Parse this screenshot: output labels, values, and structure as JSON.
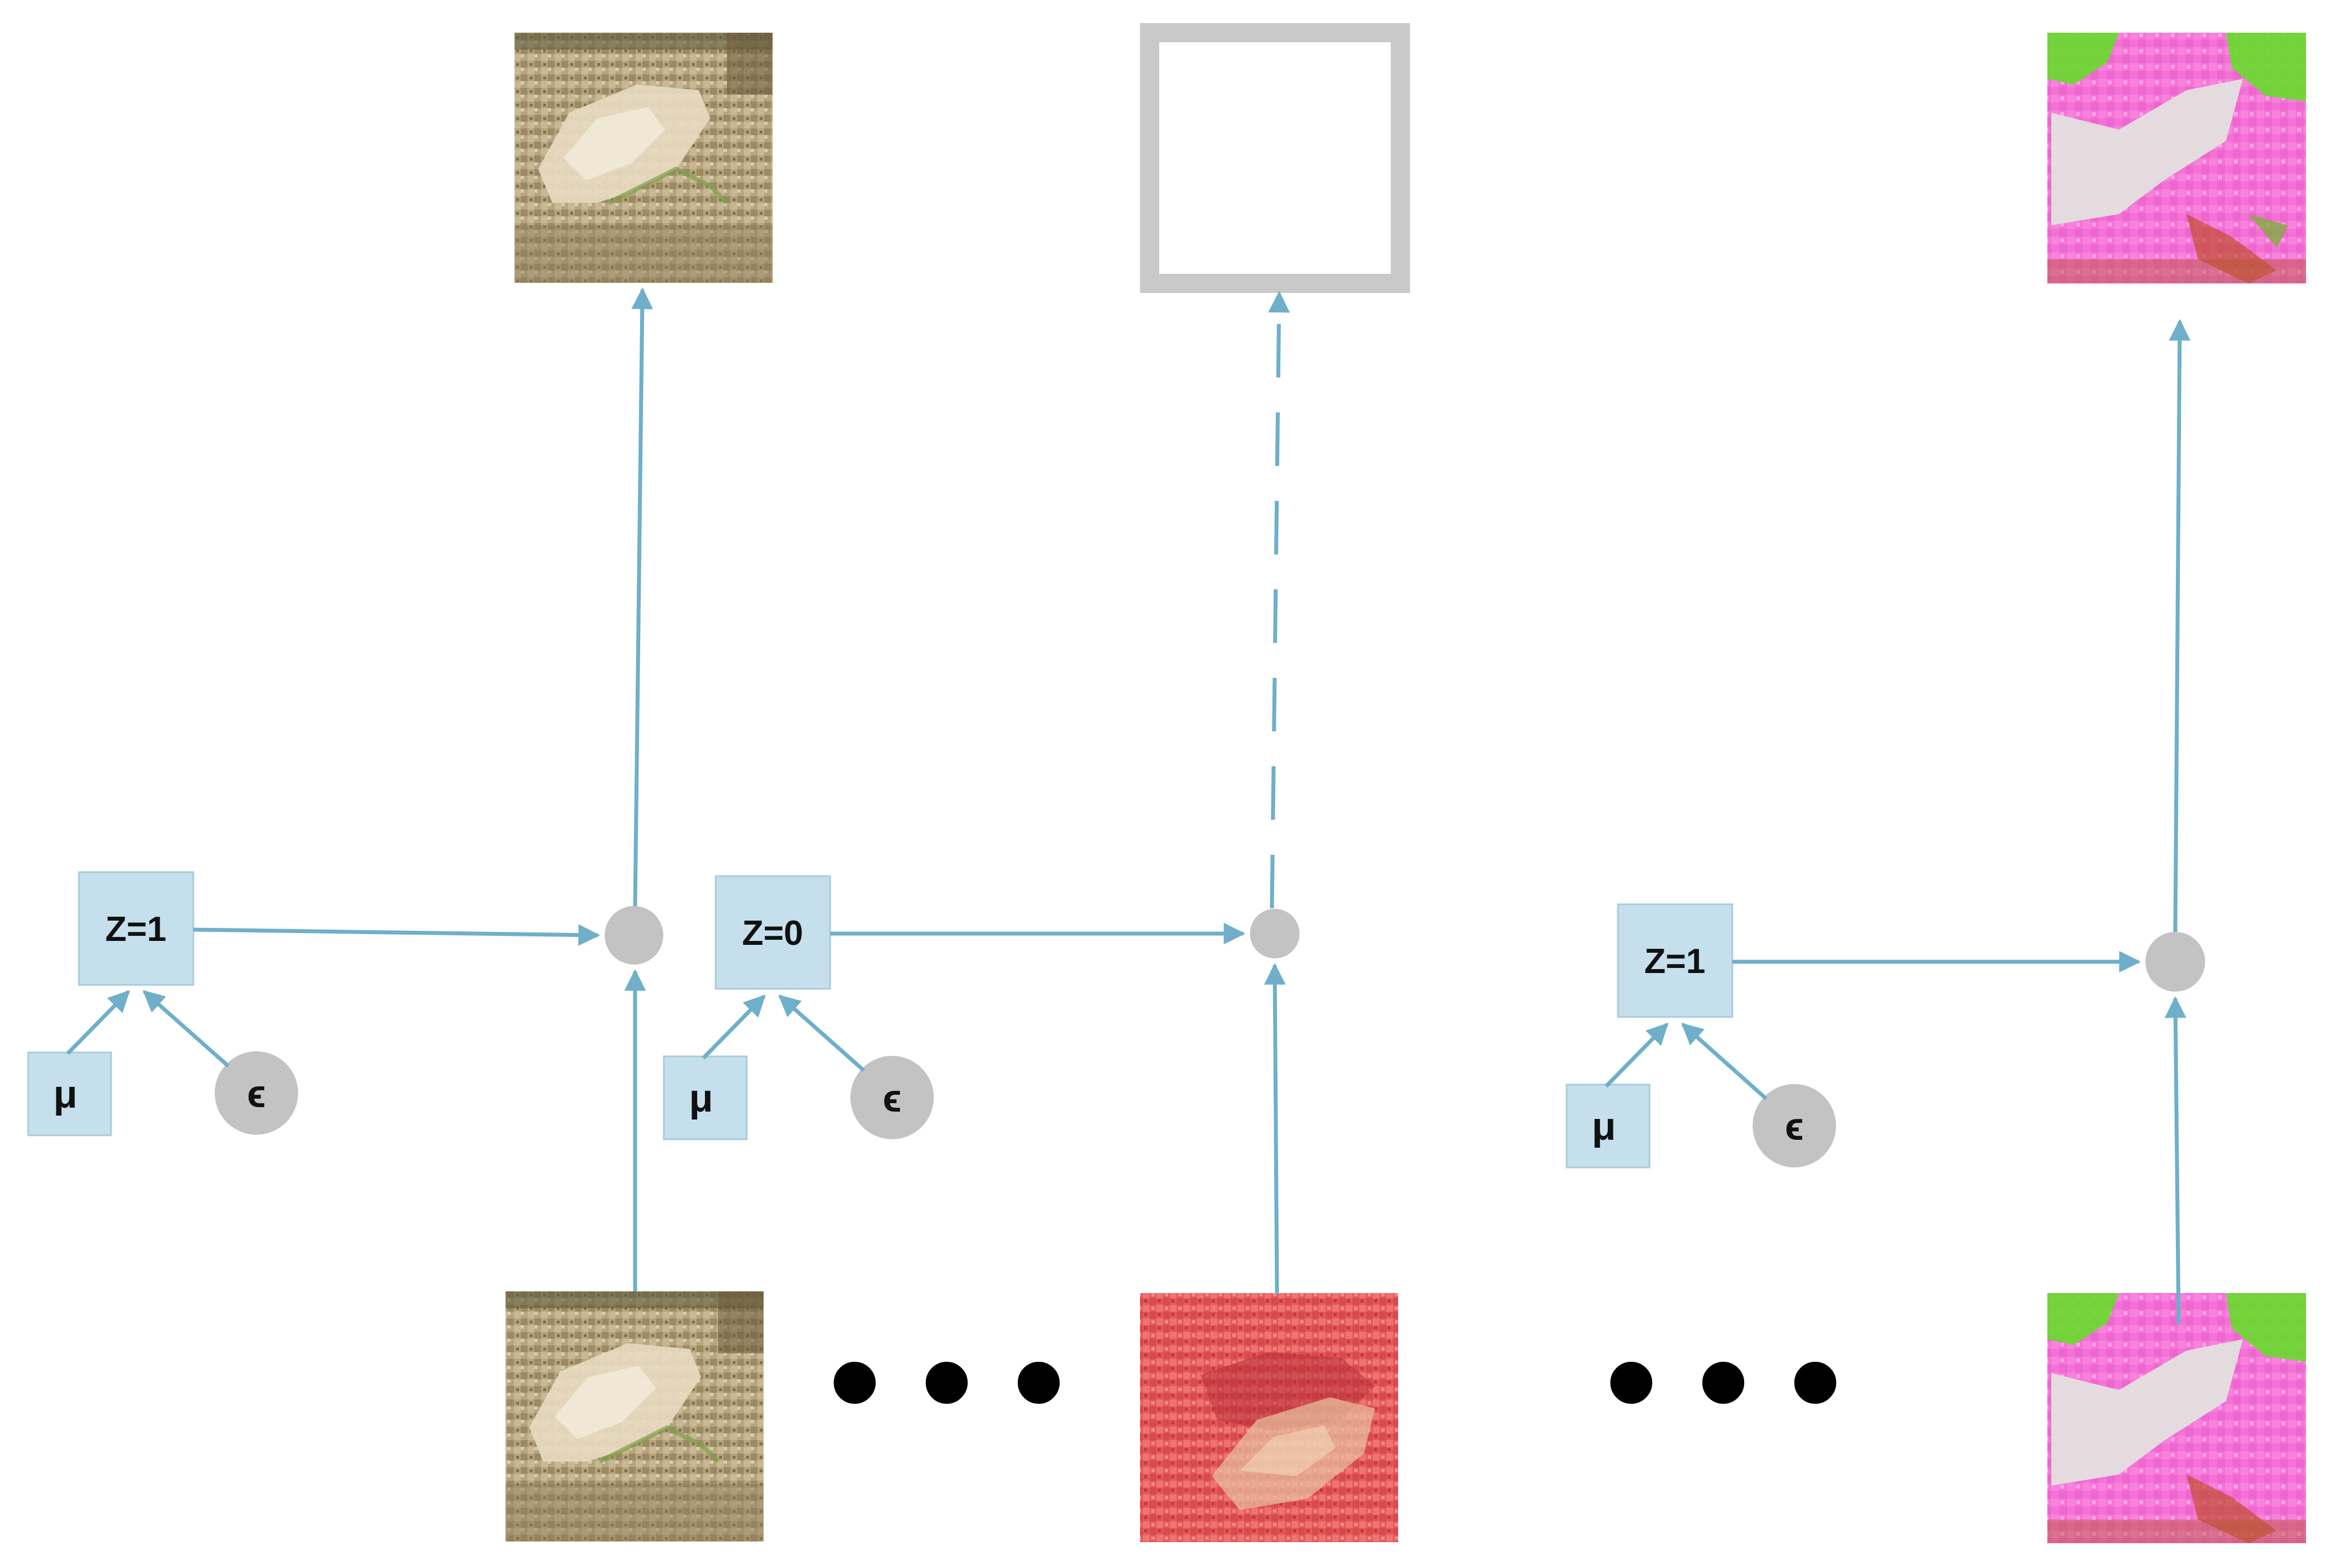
{
  "colors": {
    "box_fill": "#c5e0ec",
    "box_stroke": "#a9cbdb",
    "node_fill": "#c3c3c3",
    "arrow": "#6fafc9",
    "placeholder_stroke": "#c9c9c9"
  },
  "icons": {
    "terrain_tan": "satellite-patch-tan",
    "terrain_red": "satellite-patch-red",
    "terrain_pink": "satellite-patch-pink",
    "empty_output": "empty-output-square"
  },
  "stages": [
    {
      "z_label": "Z=1",
      "mu_label": "μ",
      "eps_label": "ϵ"
    },
    {
      "z_label": "Z=0",
      "mu_label": "μ",
      "eps_label": "ϵ"
    },
    {
      "z_label": "Z=1",
      "mu_label": "μ",
      "eps_label": "ϵ"
    }
  ],
  "ellipsis": [
    "• • •",
    "• • •"
  ]
}
